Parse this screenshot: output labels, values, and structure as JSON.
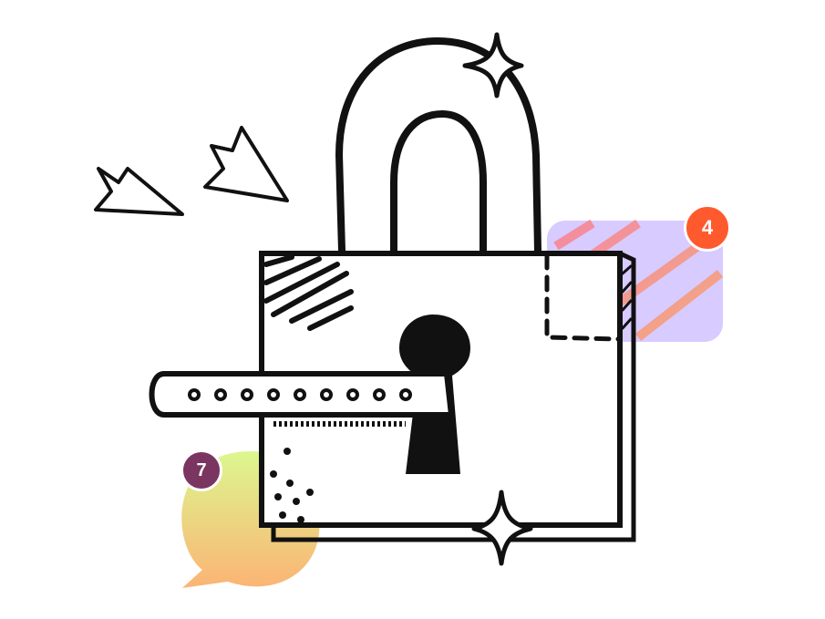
{
  "badges": {
    "notifications": {
      "count": "4",
      "color": "#ff5a2e"
    },
    "messages": {
      "count": "7",
      "color": "#7a3560"
    }
  },
  "password_field": {
    "masked_chars": 9
  },
  "colors": {
    "ink": "#111111",
    "card": "#d8cbff",
    "bubble_top": "#dcf78f",
    "bubble_bottom": "#fbb474"
  }
}
